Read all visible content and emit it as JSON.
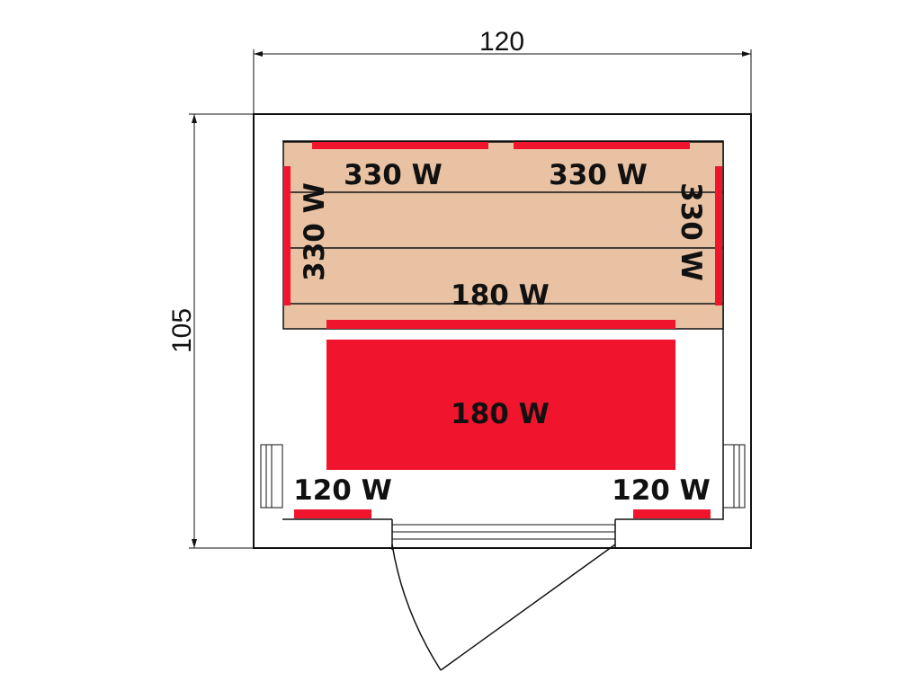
{
  "dimensions": {
    "width": "120",
    "depth": "105"
  },
  "heaters": {
    "back_left": "330 W",
    "back_right": "330 W",
    "side_left": "330 W",
    "side_right": "330 W",
    "bench_front": "180 W",
    "floor": "180 W",
    "front_left": "120 W",
    "front_right": "120 W"
  },
  "colors": {
    "heater_red": "#f0142d",
    "bench_wood": "#e8c2a3",
    "outline": "#111111"
  }
}
